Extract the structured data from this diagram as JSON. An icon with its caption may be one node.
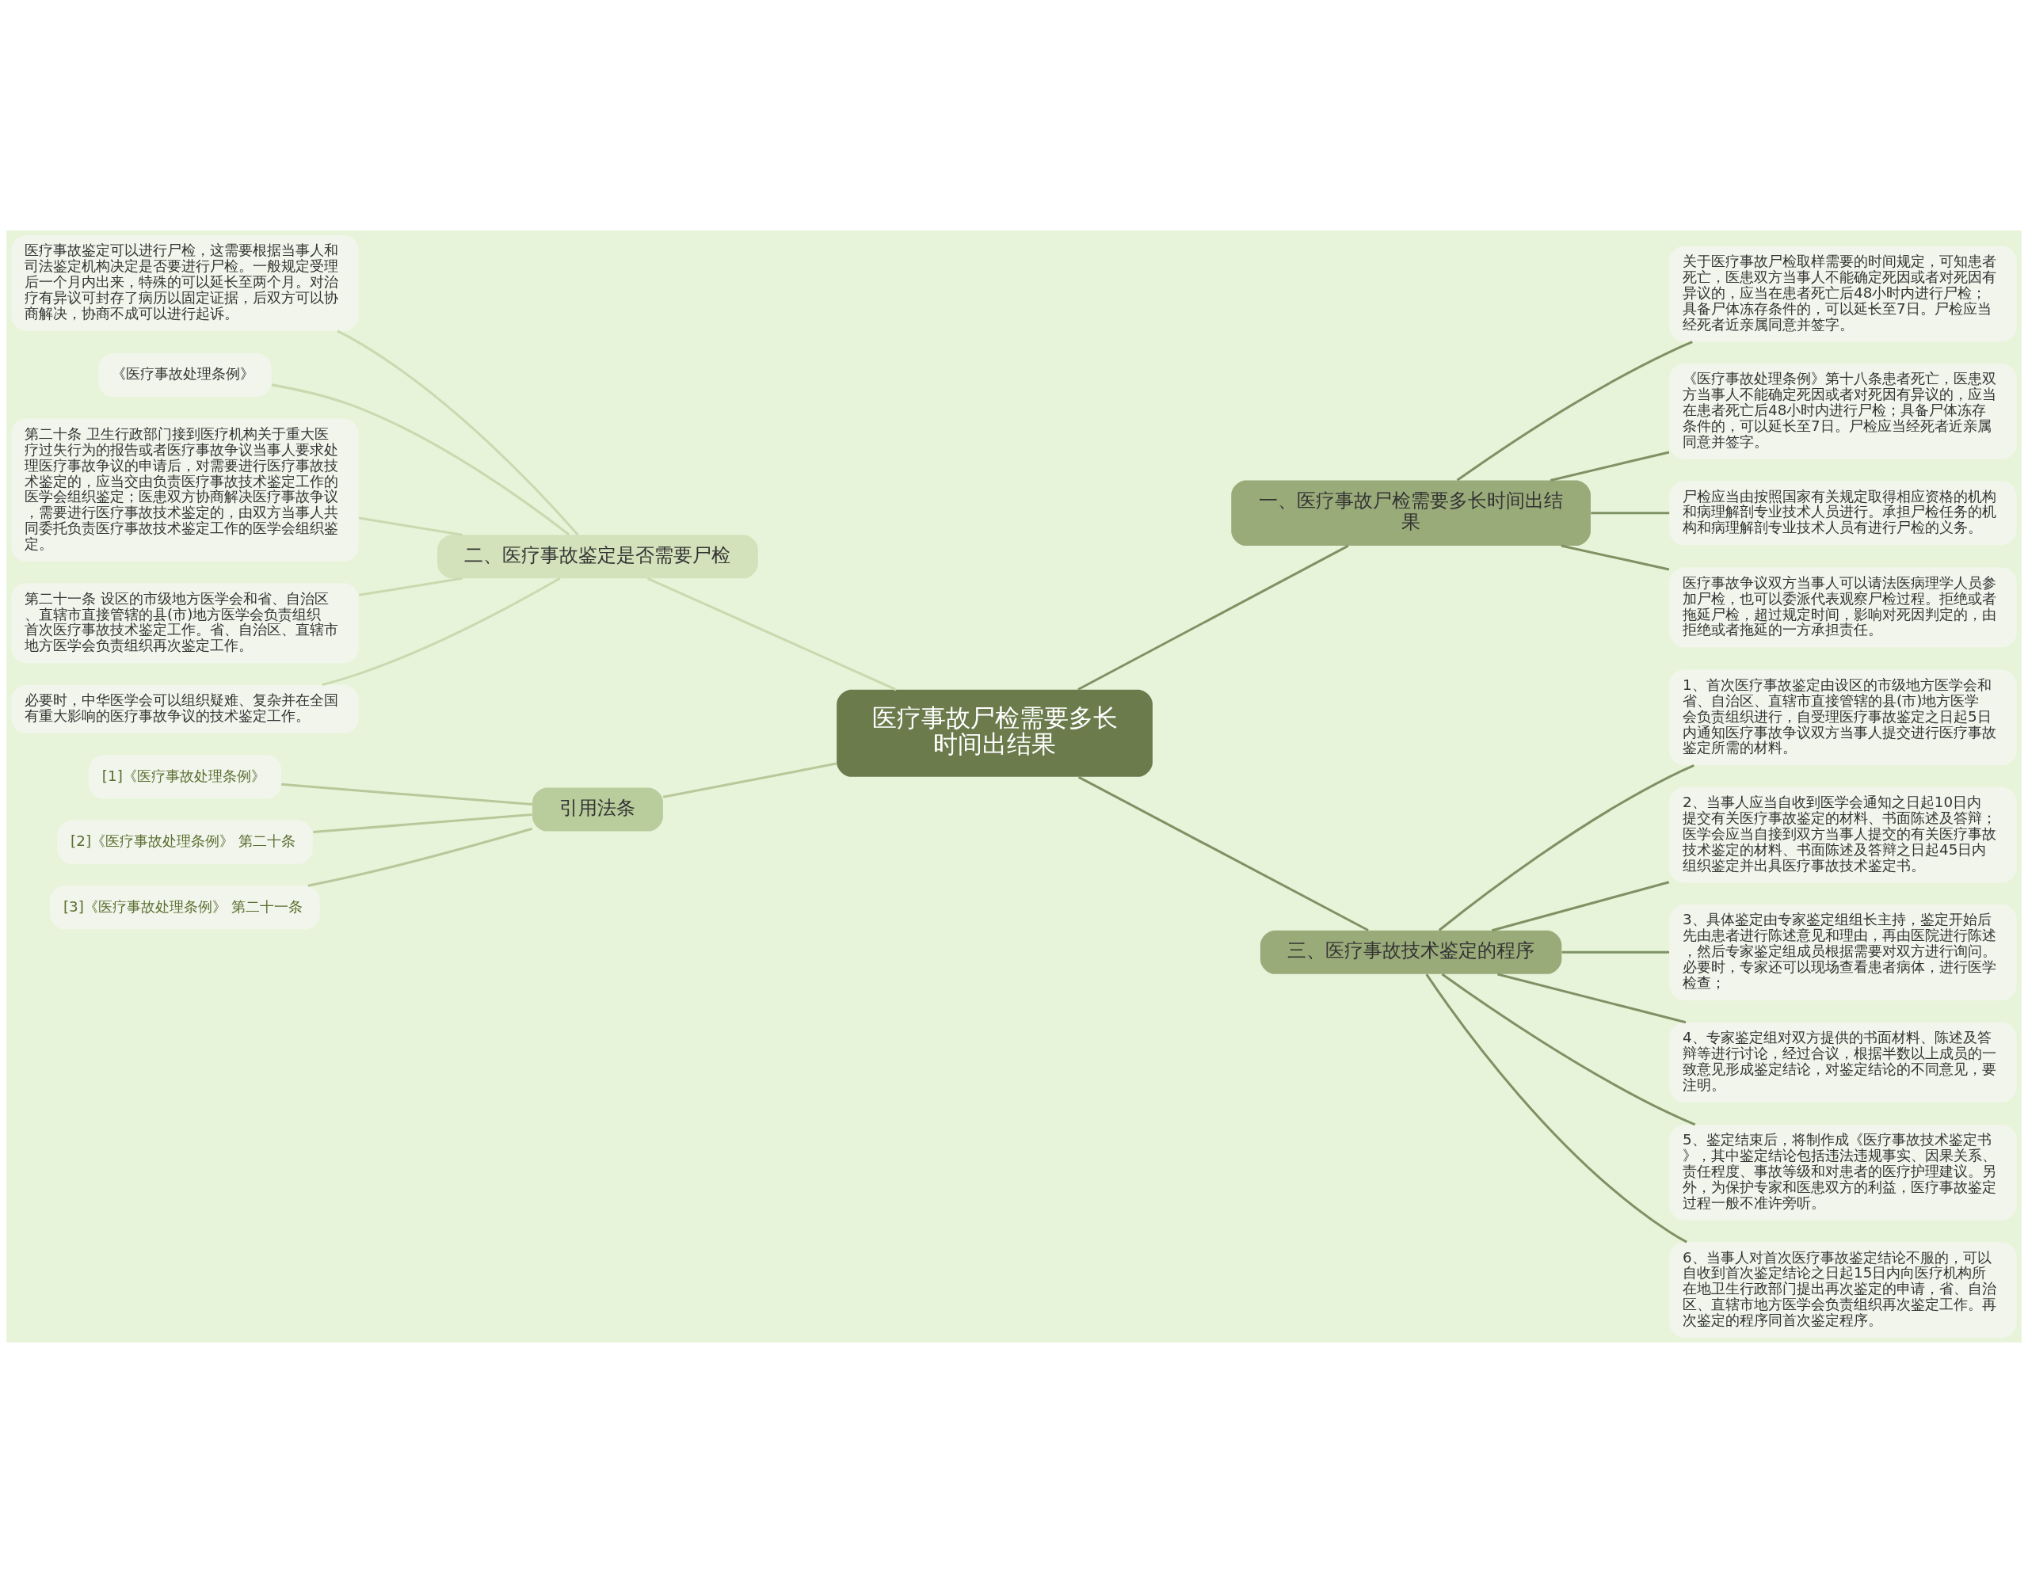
{
  "diagram": {
    "nodes": [
      {
        "text": [
          "医疗事故尸检需要多长时间出结果"
        ]
      },
      {
        "text": [
          "一、医疗事故尸检需要多长时间出结果"
        ]
      },
      {
        "text": [
          "关于医疗事故尸检取样需要的时间规定，可知患者死亡，医患双方当事人不能确定死因或者对死因有异议的，应当在患者死亡后48小时内进行尸检；具备尸体冻存条件的，可以延长至7日。尸检应当经死者近亲属同意并签字。"
        ]
      },
      {
        "text": [
          "《医疗事故处理条例》第十八条患者死亡，医患双方当事人不能确定死因或者对死因有异议的，应当在患者死亡后48小时内进行尸检；具备尸体冻存条件的，可以延长至7日。尸检应当经死者近亲属同意并签字。"
        ]
      },
      {
        "text": [
          "尸检应当由按照国家有关规定取得相应资格的机构和病理解剖专业技术人员进行。承担尸检任务的机构和病理解剖专业技术人员有进行尸检的义务。"
        ]
      },
      {
        "text": [
          "医疗事故争议双方当事人可以请法医病理学人员参加尸检，也可以委派代表观察尸检过程。拒绝或者拖延尸检，超过规定时间，影响对死因判定的，由拒绝或者拖延的一方承担责任。"
        ]
      },
      {
        "text": [
          "三、医疗事故技术鉴定的程序"
        ]
      },
      {
        "text": [
          "1、首次医疗事故鉴定由设区的市级地方医学会和省、自治区、直辖市直接管辖的县(市)地方医学会负责组织进行，自受理医疗事故鉴定之日起5日内通知医疗事故争议双方当事人提交进行医疗事故鉴定所需的材料。"
        ]
      },
      {
        "text": [
          "2、当事人应当自收到医学会通知之日起10日内提交有关医疗事故鉴定的材料、书面陈述及答辩；医学会应当自接到双方当事人提交的有关医疗事故技术鉴定的材料、书面陈述及答辩之日起45日内组织鉴定并出具医疗事故技术鉴定书。"
        ]
      },
      {
        "text": [
          "3、具体鉴定由专家鉴定组组长主持，鉴定开始后先由患者进行陈述意见和理由，再由医院进行陈述，然后专家鉴定组成员根据需要对双方进行询问。必要时，专家还可以现场查看患者病体，进行医学检查；"
        ]
      },
      {
        "text": [
          "4、专家鉴定组对双方提供的书面材料、陈述及答辩等进行讨论，经过合议，根据半数以上成员的一致意见形成鉴定结论，对鉴定结论的不同意见，要注明。"
        ]
      },
      {
        "text": [
          "5、鉴定结束后，将制作成《医疗事故技术鉴定书》，其中鉴定结论包括违法违规事实、因果关系、责任程度、事故等级和对患者的医疗护理建议。另外，为保护专家和医患双方的利益，医疗事故鉴定过程一般不准许旁听。"
        ]
      },
      {
        "text": [
          "6、当事人对首次医疗事故鉴定结论不服的，可以自收到首次鉴定结论之日起15日内向医疗机构所在地卫生行政部门提出再次鉴定的申请，省、自治区、直辖市地方医学会负责组织再次鉴定工作。再次鉴定的程序同首次鉴定程序。"
        ]
      },
      {
        "text": [
          "二、医疗事故鉴定是否需要尸检"
        ]
      },
      {
        "text": [
          "医疗事故鉴定可以进行尸检，这需要根据当事人和司法鉴定机构决定是否要进行尸检。一般规定受理后一个月内出来，特殊的可以延长至两个月。对治疗有异议可封存了病历以固定证据，后双方可以协商解决，协商不成可以进行起诉。"
        ]
      },
      {
        "text": [
          "《医疗事故处理条例》"
        ]
      },
      {
        "text": [
          "第二十条 卫生行政部门接到医疗机构关于重大医疗过失行为的报告或者医疗事故争议当事人要求处理医疗事故争议的申请后，对需要进行医疗事故技术鉴定的，应当交由负责医疗事故技术鉴定工作的医学会组织鉴定；医患双方协商解决医疗事故争议，需要进行医疗事故技术鉴定的，由双方当事人共同委托负责医疗事故技术鉴定工作的医学会组织鉴定。"
        ]
      },
      {
        "text": [
          "第二十一条 设区的市级地方医学会和省、自治区、直辖市直接管辖的县(市)地方医学会负责组织首次医疗事故技术鉴定工作。省、自治区、直辖市地方医学会负责组织再次鉴定工作。"
        ]
      },
      {
        "text": [
          "必要时，中华医学会可以组织疑难、复杂并在全国有重大影响的医疗事故争议的技术鉴定工作。"
        ]
      },
      {
        "text": [
          "引用法条"
        ]
      },
      {
        "text": [
          "[1]《医疗事故处理条例》"
        ]
      },
      {
        "text": [
          "[2]《医疗事故处理条例》 第二十条"
        ]
      },
      {
        "text": [
          "[3]《医疗事故处理条例》 第二十一条"
        ]
      }
    ],
    "edges": [
      {
        "from": 0,
        "to": 1,
        "arrow": "none"
      },
      {
        "from": 1,
        "to": 2,
        "arrow": "none"
      },
      {
        "from": 1,
        "to": 3,
        "arrow": "none"
      },
      {
        "from": 1,
        "to": 4,
        "arrow": "none"
      },
      {
        "from": 1,
        "to": 5,
        "arrow": "none"
      },
      {
        "from": 0,
        "to": 6,
        "arrow": "none"
      },
      {
        "from": 6,
        "to": 7,
        "arrow": "none"
      },
      {
        "from": 6,
        "to": 8,
        "arrow": "none"
      },
      {
        "from": 6,
        "to": 9,
        "arrow": "none"
      },
      {
        "from": 6,
        "to": 10,
        "arrow": "none"
      },
      {
        "from": 6,
        "to": 11,
        "arrow": "none"
      },
      {
        "from": 6,
        "to": 12,
        "arrow": "none"
      },
      {
        "from": 0,
        "to": 13,
        "arrow": "none",
        "color": "#c9dab0"
      },
      {
        "from": 13,
        "to": 14,
        "arrow": "none",
        "color": "#c9dab0"
      },
      {
        "from": 13,
        "to": 15,
        "arrow": "none",
        "color": "#c9dab0"
      },
      {
        "from": 13,
        "to": 16,
        "arrow": "none",
        "color": "#c9dab0"
      },
      {
        "from": 13,
        "to": 17,
        "arrow": "none",
        "color": "#c9dab0"
      },
      {
        "from": 13,
        "to": 18,
        "arrow": "none",
        "color": "#c9dab0"
      },
      {
        "from": 0,
        "to": 19,
        "arrow": "none",
        "color": "#b7c99a"
      },
      {
        "from": 19,
        "to": 20,
        "arrow": "none",
        "color": "#b7c99a"
      },
      {
        "from": 19,
        "to": 21,
        "arrow": "none",
        "color": "#b7c99a"
      },
      {
        "from": 19,
        "to": 22,
        "arrow": "none",
        "color": "#b7c99a"
      }
    ]
  }
}
